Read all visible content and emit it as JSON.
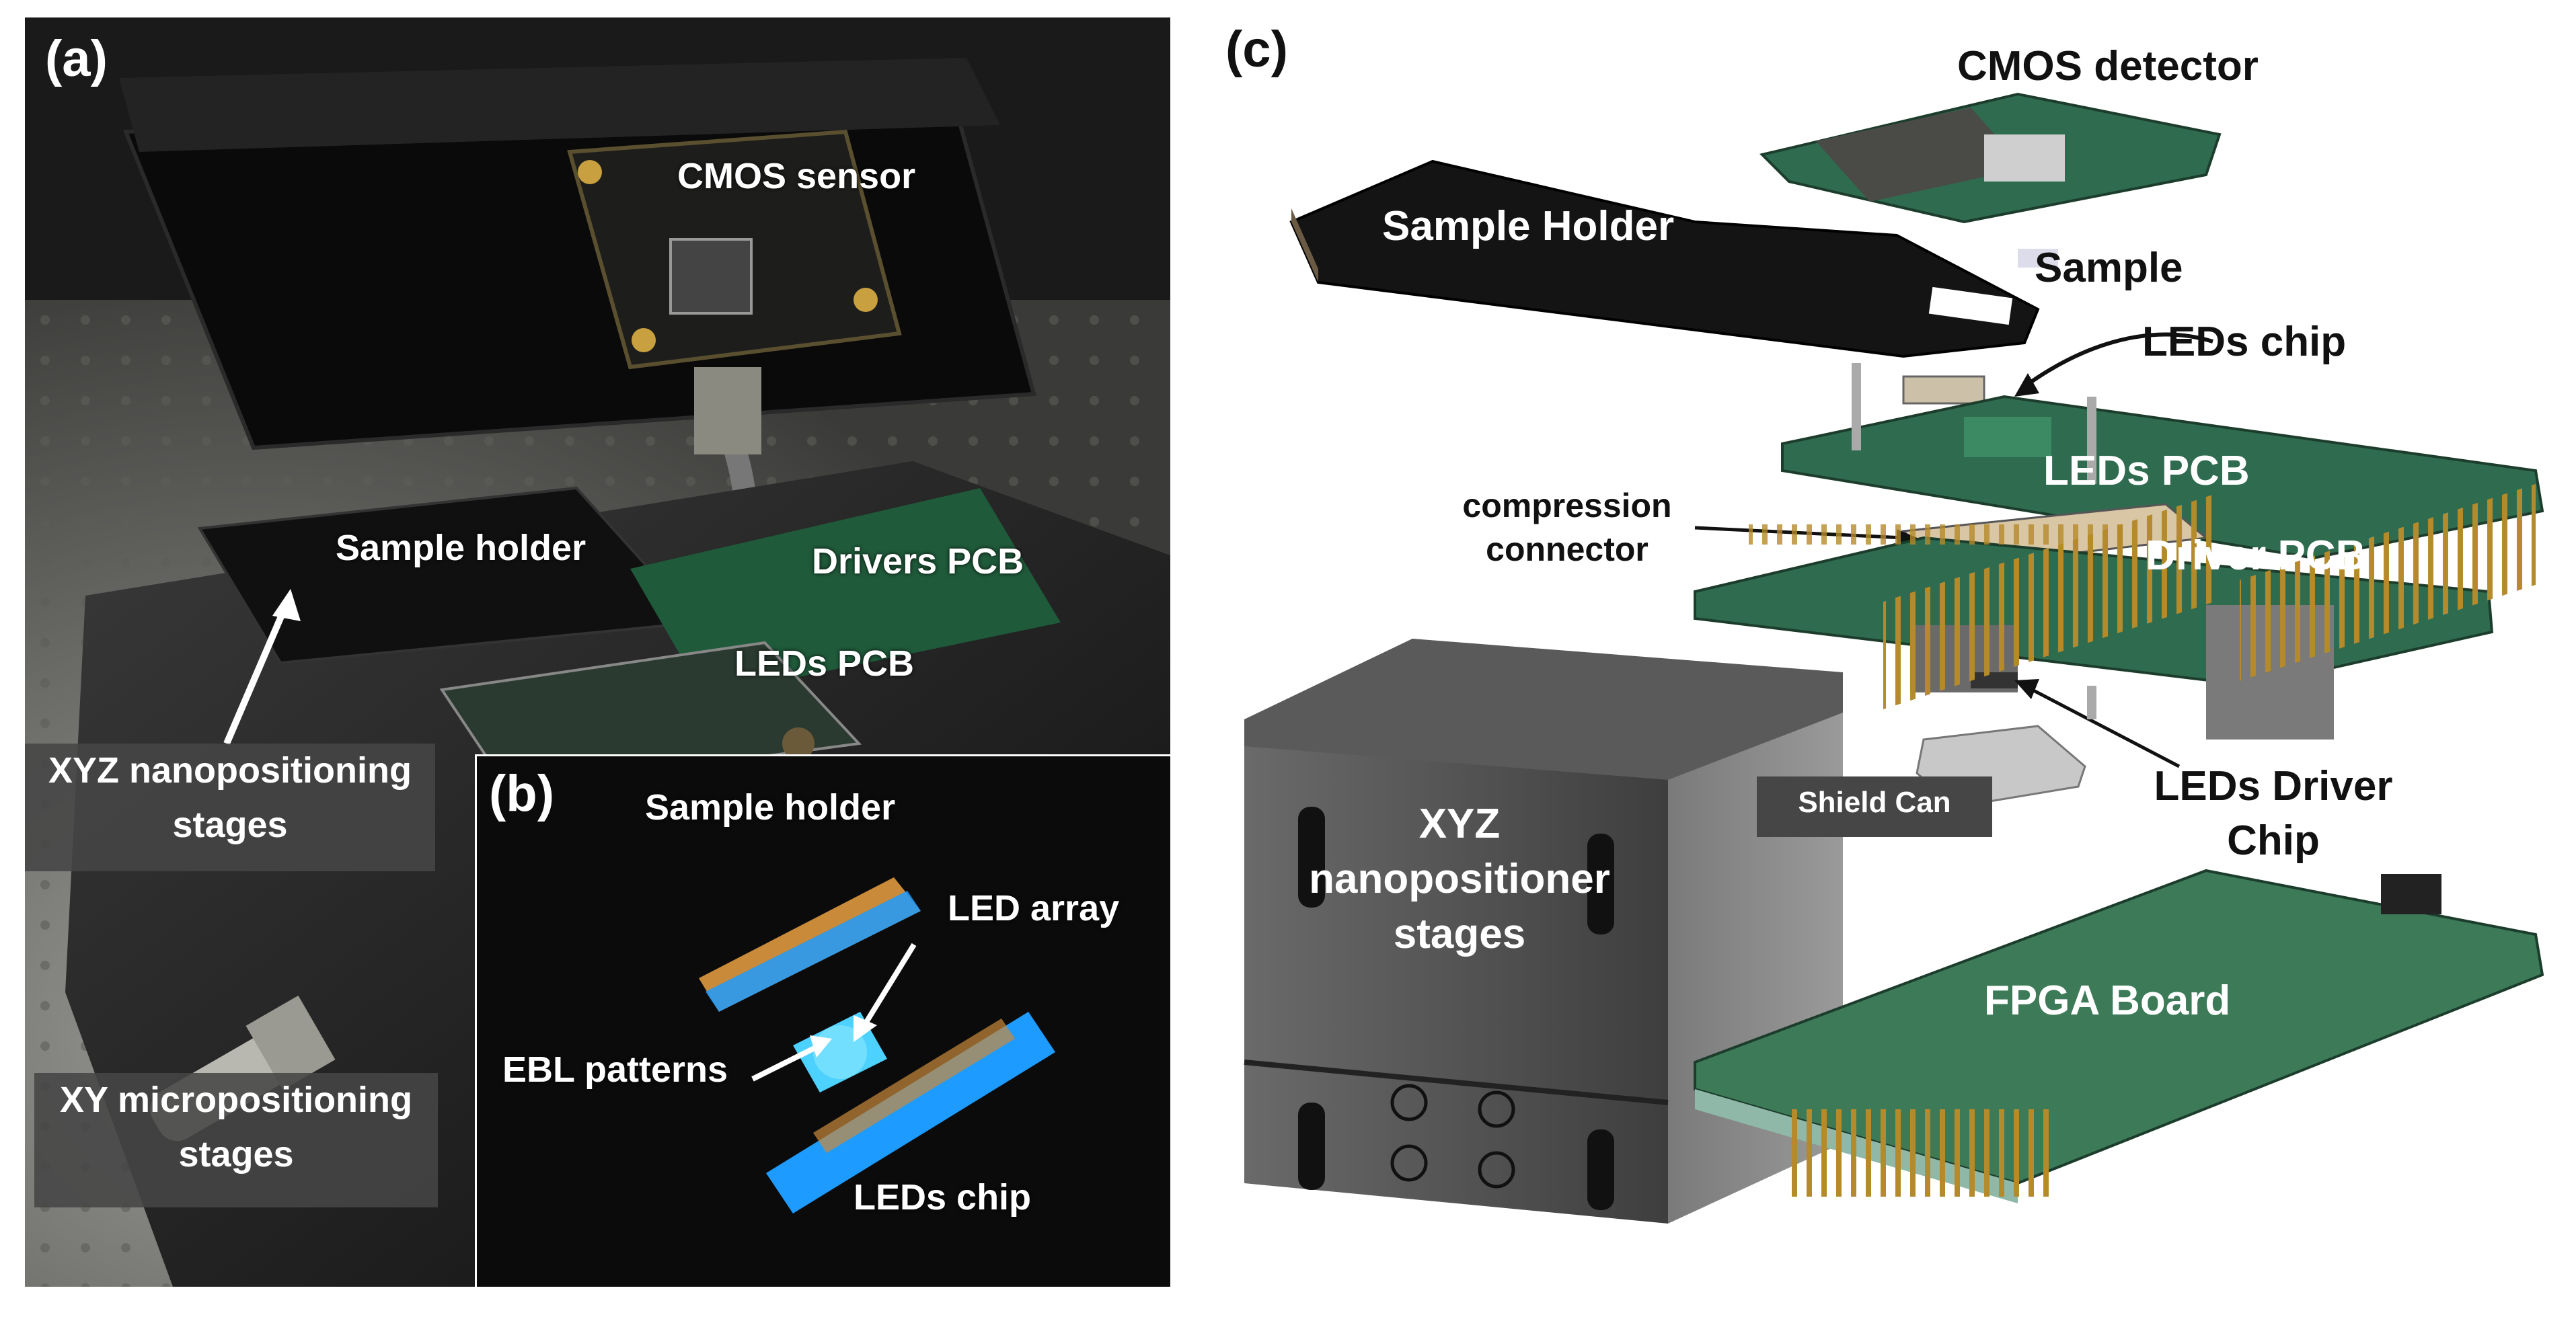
{
  "figure": {
    "panel_a": {
      "letter": "(a)",
      "labels": {
        "cmos_sensor": "CMOS sensor",
        "sample_holder": "Sample holder",
        "drivers_pcb": "Drivers PCB",
        "leds_pcb": "LEDs PCB",
        "xyz_stages": "XYZ nanopositioning\nstages",
        "xy_stages": "XY micropositioning\nstages"
      }
    },
    "panel_b": {
      "letter": "(b)",
      "labels": {
        "sample_holder": "Sample holder",
        "led_array": "LED array",
        "ebl_patterns": "EBL patterns",
        "leds_chip": "LEDs chip"
      }
    },
    "panel_c": {
      "letter": "(c)",
      "labels": {
        "cmos_detector": "CMOS detector",
        "sample_holder": "Sample Holder",
        "sample": "Sample",
        "leds_chip": "LEDs chip",
        "leds_pcb": "LEDs PCB",
        "compression_connector": "compression\nconnector",
        "driver_pcb": "Driver PCB",
        "shield_can": "Shield Can",
        "leds_driver_chip": "LEDs Driver\nChip",
        "xyz_stages": "XYZ\nnanopositioner\nstages",
        "fpga_board": "FPGA Board"
      }
    }
  },
  "colors": {
    "pcb_green": "#2f6b4f",
    "led_blue": "#1e9bff",
    "stage_grey": "#5a5a5a",
    "label_box": "#464646"
  }
}
